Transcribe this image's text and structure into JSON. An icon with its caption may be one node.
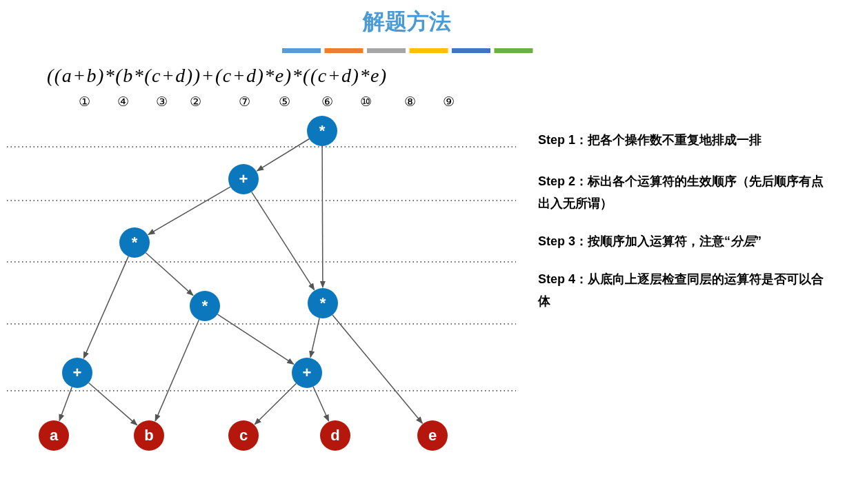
{
  "diagram": {
    "title": "解题方法",
    "nodes": [
      {
        "text": [
          "*"
        ]
      },
      {
        "text": [
          "+"
        ]
      },
      {
        "text": [
          "*"
        ]
      },
      {
        "text": [
          "*"
        ]
      },
      {
        "text": [
          "*"
        ]
      },
      {
        "text": [
          "+"
        ]
      },
      {
        "text": [
          "+"
        ]
      },
      {
        "text": [
          "a"
        ]
      },
      {
        "text": [
          "b"
        ]
      },
      {
        "text": [
          "c"
        ]
      },
      {
        "text": [
          "d"
        ]
      },
      {
        "text": [
          "e"
        ]
      }
    ],
    "edges": [
      {
        "from": 0,
        "to": 1,
        "arrow": "to"
      },
      {
        "from": 0,
        "to": 4,
        "arrow": "to"
      },
      {
        "from": 1,
        "to": 2,
        "arrow": "to"
      },
      {
        "from": 1,
        "to": 4,
        "arrow": "to"
      },
      {
        "from": 2,
        "to": 5,
        "arrow": "to"
      },
      {
        "from": 2,
        "to": 3,
        "arrow": "to"
      },
      {
        "from": 3,
        "to": 8,
        "arrow": "to"
      },
      {
        "from": 3,
        "to": 6,
        "arrow": "to"
      },
      {
        "from": 4,
        "to": 6,
        "arrow": "to"
      },
      {
        "from": 4,
        "to": 11,
        "arrow": "to"
      },
      {
        "from": 5,
        "to": 7,
        "arrow": "to"
      },
      {
        "from": 5,
        "to": 8,
        "arrow": "to"
      },
      {
        "from": 6,
        "to": 9,
        "arrow": "to"
      },
      {
        "from": 6,
        "to": 10,
        "arrow": "to"
      }
    ],
    "labels": [
      "((a+b)*(b*(c+d))+(c+d)*e)*((c+d)*e)",
      "①",
      "④",
      "③",
      "②",
      "⑦",
      "⑤",
      "⑥",
      "⑩",
      "⑧",
      "⑨",
      "Step 1：把各个操作数不重复地排成一排",
      "Step 2：标出各个运算符的生效顺序（先后顺序有点出入无所谓）",
      "Step 3：按顺序加入运算符，注意“*分层*”",
      "Step 4：从底向上逐层检查同层的运算符是否可以合体"
    ]
  }
}
